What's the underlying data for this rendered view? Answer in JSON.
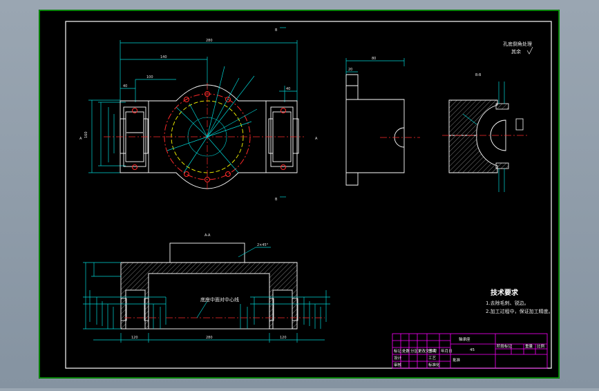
{
  "drawing": {
    "section_labels": {
      "b_top": "B",
      "b_bottom": "B",
      "a_left": "A",
      "a_right": "A",
      "bb_view": "B-B",
      "aa_view": "A-A"
    },
    "top_right_note": [
      "孔底倒角处理",
      "其余"
    ],
    "center_note": "底座中面对中心线",
    "chamfer_note": "2×45°",
    "tech_requirements": {
      "title": "技术要求",
      "items": [
        "1.去除毛刺、锐边。",
        "2.加工过程中，保证加工精度。"
      ]
    },
    "title_block": {
      "part_name": "轴承座",
      "material": "45",
      "row_labels": [
        "标记",
        "处数",
        "分区",
        "更改文件号",
        "签名",
        "年月日"
      ],
      "role_labels": [
        "设计",
        "审核",
        "工艺",
        "标准化",
        "批准"
      ],
      "right_labels": [
        "阶段标记",
        "重量",
        "比例"
      ]
    },
    "colors": {
      "background": "#000000",
      "frame": "#00ff00",
      "outline": "#ffffff",
      "dimension": "#00d8d8",
      "centerline": "#ff2a2a",
      "hidden": "#ffff00",
      "title_block": "#ff00ff"
    }
  }
}
